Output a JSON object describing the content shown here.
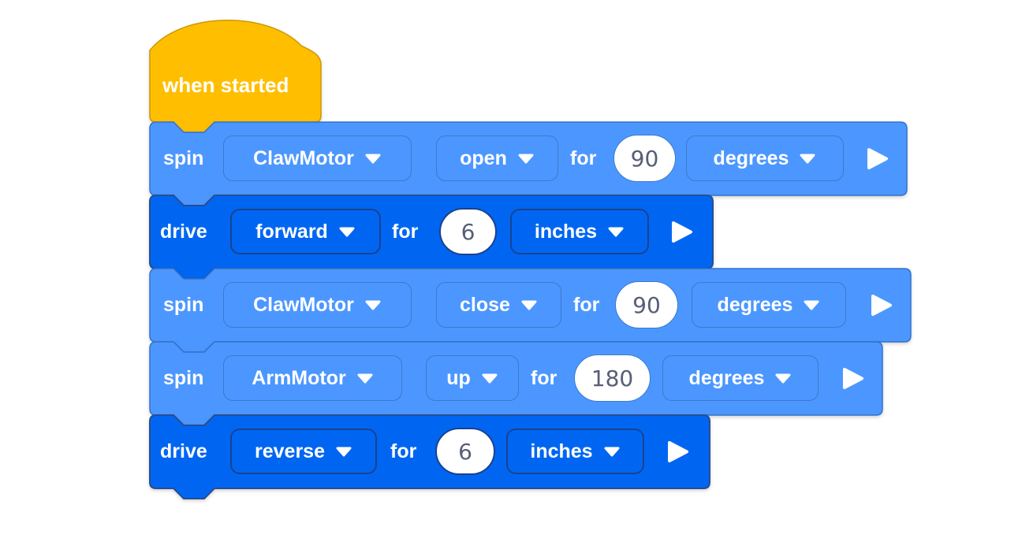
{
  "workspace": {
    "background": "#FFFFFF"
  },
  "colors": {
    "event_block_fill": "#FFBF00",
    "event_block_border": "#CC9900",
    "spin_block_fill": "#4C97FF",
    "spin_block_border": "#3373CC",
    "drive_block_fill": "#0066F2",
    "drive_block_border": "#274E93",
    "block_label_text": "#FFFFFF",
    "value_input_fill": "#FFFFFF",
    "value_input_text": "#575E75"
  },
  "hat_block": {
    "label": "when started"
  },
  "blocks": [
    {
      "command": "spin",
      "motor": "ClawMotor",
      "direction": "open",
      "for_label": "for",
      "value": "90",
      "unit": "degrees"
    },
    {
      "command": "drive",
      "direction": "forward",
      "for_label": "for",
      "value": "6",
      "unit": "inches"
    },
    {
      "command": "spin",
      "motor": "ClawMotor",
      "direction": "close",
      "for_label": "for",
      "value": "90",
      "unit": "degrees"
    },
    {
      "command": "spin",
      "motor": "ArmMotor",
      "direction": "up",
      "for_label": "for",
      "value": "180",
      "unit": "degrees"
    },
    {
      "command": "drive",
      "direction": "reverse",
      "for_label": "for",
      "value": "6",
      "unit": "inches"
    }
  ]
}
